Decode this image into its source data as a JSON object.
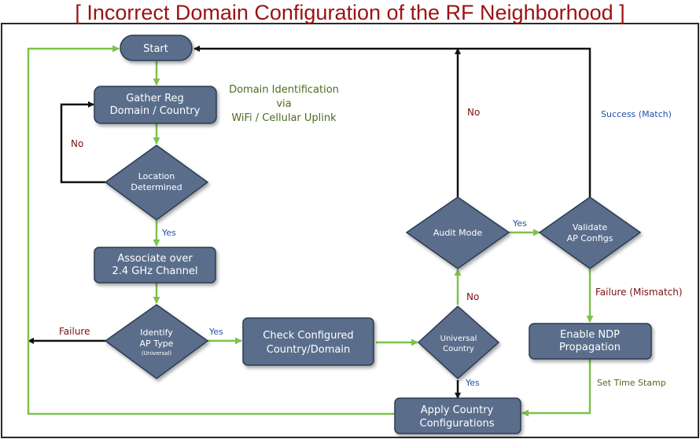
{
  "title": "[ Incorrect Domain Configuration of the RF Neighborhood ]",
  "nodes": {
    "start": "Start",
    "gather_reg": [
      "Gather Reg",
      "Domain / Country"
    ],
    "location_determined": [
      "Location",
      "Determined"
    ],
    "associate": [
      "Associate over",
      "2.4 GHz Channel"
    ],
    "identify_ap": [
      "Identify",
      "AP Type"
    ],
    "identify_ap_sub": "(Universal)",
    "check_configured": [
      "Check Configured",
      "Country/Domain"
    ],
    "universal_country": [
      "Universal",
      "Country"
    ],
    "audit_mode": "Audit Mode",
    "validate_ap": [
      "Validate",
      "AP Configs"
    ],
    "enable_ndp": [
      "Enable NDP",
      "Propagation"
    ],
    "apply_country": [
      "Apply Country",
      "Configurations"
    ]
  },
  "annotations": {
    "domain_identification": [
      "Domain Identification",
      "via",
      "WiFi / Cellular Uplink"
    ]
  },
  "edge_labels": {
    "location_no": "No",
    "location_yes": "Yes",
    "identify_failure": "Failure",
    "identify_yes": "Yes",
    "universal_no": "No",
    "universal_yes": "Yes",
    "audit_no": "No",
    "audit_yes": "Yes",
    "validate_success": "Success (Match)",
    "validate_failure": "Failure (Mismatch)",
    "ndp_timestamp": "Set Time Stamp"
  },
  "colors": {
    "title": "#9b1212",
    "node_fill": "#5a6e8c",
    "node_stroke": "#2c3a52",
    "arrow_green": "#7dc24b",
    "arrow_black": "#111111",
    "frame": "#2a2a2a"
  }
}
